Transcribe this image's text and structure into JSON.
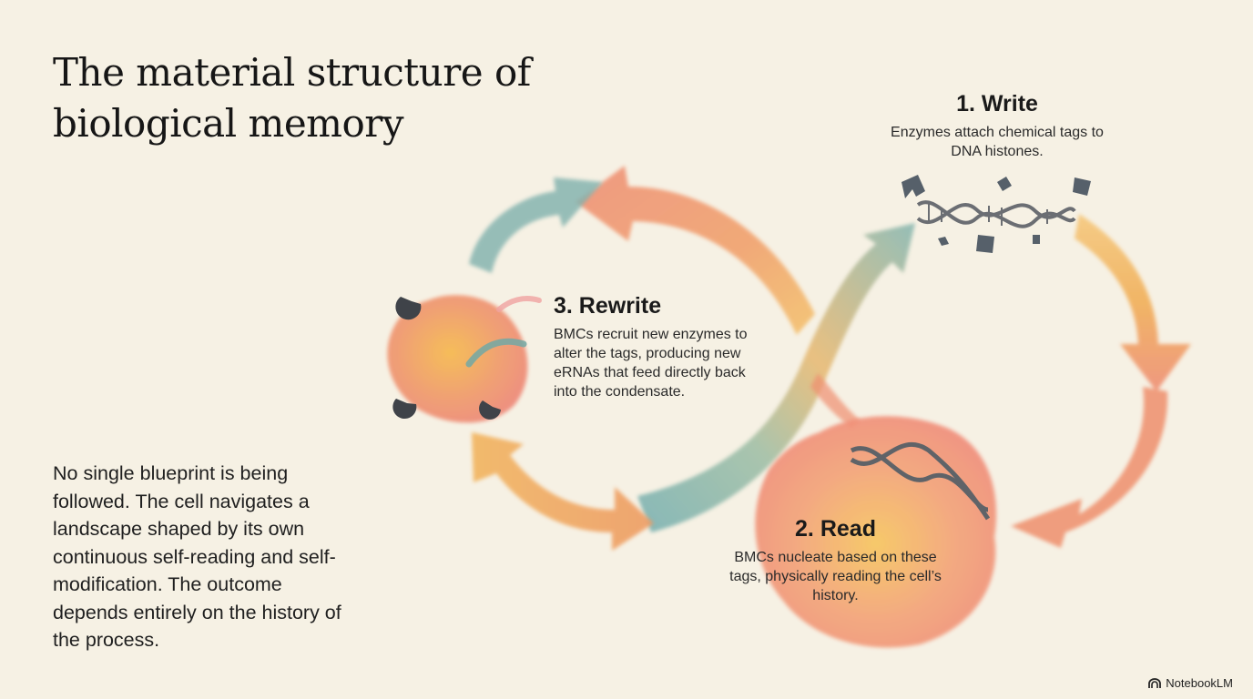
{
  "title": "The material structure of biological memory",
  "body_text": "No single blueprint is being followed. The cell navigates a landscape shaped by its own continuous self-reading and self-modification. The outcome depends entirely on the history of the process.",
  "steps": {
    "write": {
      "title": "1. Write",
      "desc": "Enzymes attach chemical tags to DNA histones."
    },
    "read": {
      "title": "2. Read",
      "desc": "BMCs nucleate based on these tags, physically reading the cell’s history."
    },
    "rewrite": {
      "title": "3. Rewrite",
      "desc": "BMCs recruit new enzymes to alter the tags, producing new eRNAs that feed directly back into the condensate."
    }
  },
  "brand": "NotebookLM",
  "colors": {
    "background": "#f6f1e4",
    "orange": "#f0ad55",
    "salmon": "#ef8a72",
    "teal": "#7fb1ad",
    "enzyme_gray": "#4a4f56"
  }
}
